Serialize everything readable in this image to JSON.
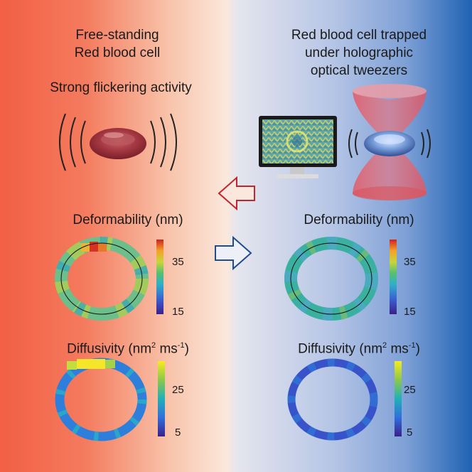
{
  "left_panel": {
    "title_line1": "Free-standing",
    "title_line2": "Red blood cell",
    "subtitle": "Strong flickering activity",
    "deformability_title": "Deformability (nm)",
    "deformability_scale_high": "35",
    "deformability_scale_low": "15",
    "diffusivity_title_prefix": "Diffusivity (nm",
    "diffusivity_sup1": "2",
    "diffusivity_mid": " ms",
    "diffusivity_sup2": "-1",
    "diffusivity_suffix": ")",
    "diffusivity_scale_high": "25",
    "diffusivity_scale_low": "5"
  },
  "right_panel": {
    "title_line1": "Red blood cell trapped",
    "title_line2": "under holographic",
    "title_line3": "optical tweezers",
    "deformability_title": "Deformability (nm)",
    "deformability_scale_high": "35",
    "deformability_scale_low": "15",
    "diffusivity_title_prefix": "Diffusivity (nm",
    "diffusivity_sup1": "2",
    "diffusivity_mid": " ms",
    "diffusivity_sup2": "-1",
    "diffusivity_suffix": ")",
    "diffusivity_scale_high": "25",
    "diffusivity_scale_low": "5"
  },
  "icons": [
    "sound-wave-icon",
    "red-blood-cell-icon",
    "monitor-icon",
    "laser-beam-icon",
    "arrow-left-icon",
    "arrow-right-icon"
  ],
  "colors": {
    "left_bg": "#f26a4f",
    "mid_bg": "#f7e6dc",
    "right_bg": "#2a6fbf",
    "arrow_left": "#c0272d",
    "arrow_right": "#1f4e8c",
    "ring_default": "#3ab0a0",
    "ring_low": "#3b4fc4"
  }
}
